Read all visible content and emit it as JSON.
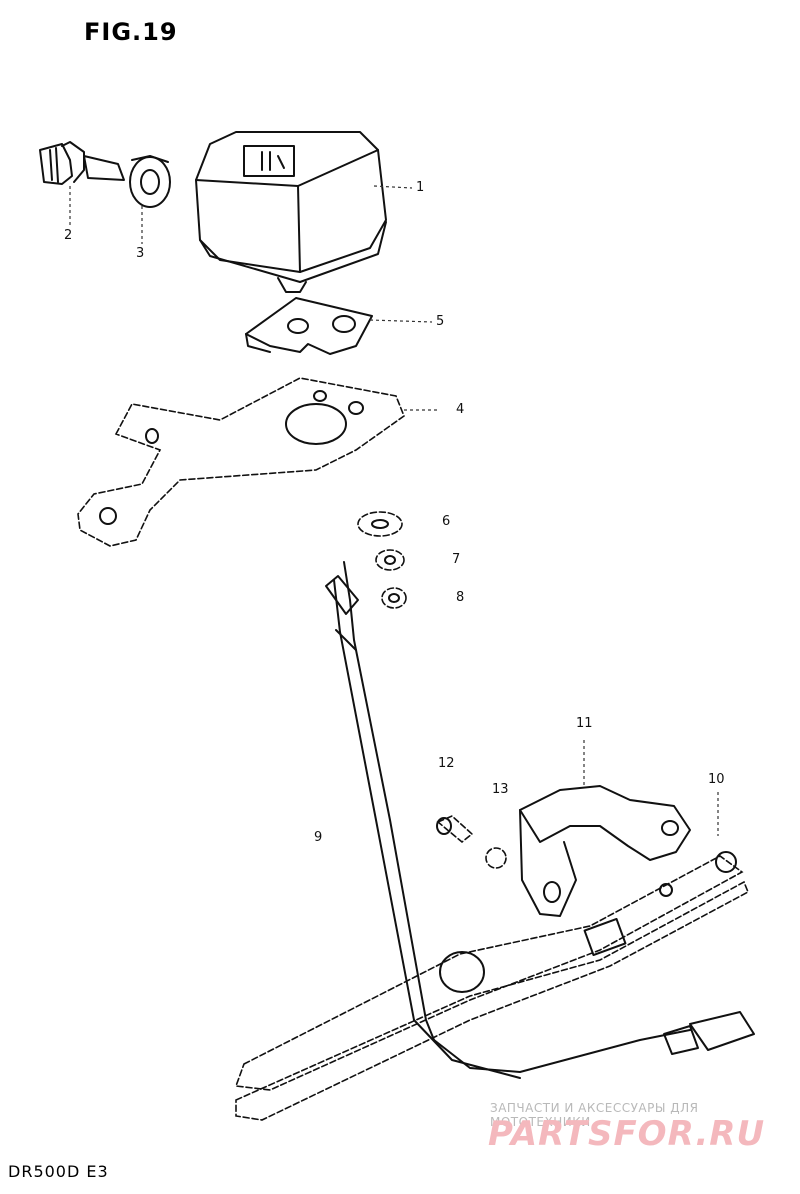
{
  "figure": {
    "title": "FIG.19"
  },
  "model": {
    "code": "DR500D  E3"
  },
  "callouts": [
    {
      "id": "1",
      "label": "1"
    },
    {
      "id": "2",
      "label": "2"
    },
    {
      "id": "3",
      "label": "3"
    },
    {
      "id": "4",
      "label": "4"
    },
    {
      "id": "5",
      "label": "5"
    },
    {
      "id": "6",
      "label": "6"
    },
    {
      "id": "7",
      "label": "7"
    },
    {
      "id": "8",
      "label": "8"
    },
    {
      "id": "9",
      "label": "9"
    },
    {
      "id": "10",
      "label": "10"
    },
    {
      "id": "11",
      "label": "11"
    },
    {
      "id": "12",
      "label": "12"
    },
    {
      "id": "13",
      "label": "13"
    }
  ],
  "watermark": {
    "tagline": "ЗАПЧАСТИ И АКСЕССУАРЫ ДЛЯ МОТОТЕХНИКИ",
    "logo": "PARTSFOR.RU"
  }
}
